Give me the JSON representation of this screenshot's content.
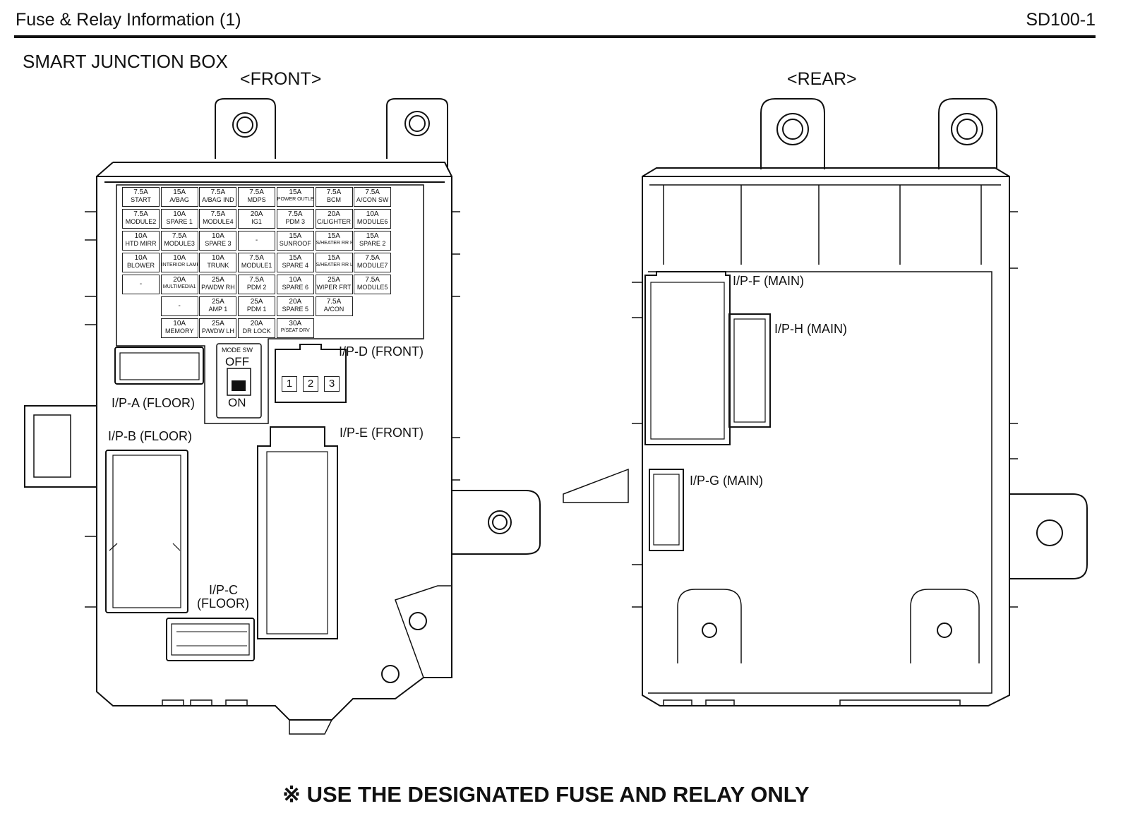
{
  "header": {
    "title": "Fuse & Relay Information (1)",
    "code": "SD100-1"
  },
  "section_title": "SMART JUNCTION BOX",
  "views": {
    "front": "<FRONT>",
    "rear": "<REAR>"
  },
  "front": {
    "connectors": {
      "ipa": "I/P-A (FLOOR)",
      "ipb": "I/P-B (FLOOR)",
      "ipc_1": "I/P-C",
      "ipc_2": "(FLOOR)",
      "ipd": "I/P-D (FRONT)",
      "ipe": "I/P-E (FRONT)"
    },
    "mode_switch": {
      "title": "MODE SW",
      "off": "OFF",
      "on": "ON"
    },
    "ipd_pins": [
      "1",
      "2",
      "3"
    ],
    "fuses": [
      [
        {
          "a": "7.5A",
          "n": "START"
        },
        {
          "a": "15A",
          "n": "A/BAG"
        },
        {
          "a": "7.5A",
          "n": "A/BAG IND"
        },
        {
          "a": "7.5A",
          "n": "MDPS"
        },
        {
          "a": "15A",
          "n": "POWER OUTLET FRT"
        },
        {
          "a": "7.5A",
          "n": "BCM"
        },
        {
          "a": "7.5A",
          "n": "A/CON SW"
        }
      ],
      [
        {
          "a": "7.5A",
          "n": "MODULE2"
        },
        {
          "a": "10A",
          "n": "SPARE 1"
        },
        {
          "a": "7.5A",
          "n": "MODULE4"
        },
        {
          "a": "20A",
          "n": "IG1"
        },
        {
          "a": "7.5A",
          "n": "PDM 3"
        },
        {
          "a": "20A",
          "n": "C/LIGHTER"
        },
        {
          "a": "10A",
          "n": "MODULE6"
        }
      ],
      [
        {
          "a": "10A",
          "n": "HTD MIRR"
        },
        {
          "a": "7.5A",
          "n": "MODULE3"
        },
        {
          "a": "10A",
          "n": "SPARE 3"
        },
        {
          "a": "-",
          "n": ""
        },
        {
          "a": "15A",
          "n": "SUNROOF"
        },
        {
          "a": "15A",
          "n": "S/HEATER RR RH"
        },
        {
          "a": "15A",
          "n": "SPARE 2"
        }
      ],
      [
        {
          "a": "10A",
          "n": "BLOWER"
        },
        {
          "a": "10A",
          "n": "INTERIOR LAMP"
        },
        {
          "a": "10A",
          "n": "TRUNK"
        },
        {
          "a": "7.5A",
          "n": "MODULE1"
        },
        {
          "a": "15A",
          "n": "SPARE 4"
        },
        {
          "a": "15A",
          "n": "S/HEATER RR LH"
        },
        {
          "a": "7.5A",
          "n": "MODULE7"
        }
      ],
      [
        {
          "a": "-",
          "n": ""
        },
        {
          "a": "20A",
          "n": "MULTIMEDIA1"
        },
        {
          "a": "25A",
          "n": "P/WDW RH"
        },
        {
          "a": "7.5A",
          "n": "PDM 2"
        },
        {
          "a": "10A",
          "n": "SPARE 6"
        },
        {
          "a": "25A",
          "n": "WIPER FRT"
        },
        {
          "a": "7.5A",
          "n": "MODULE5"
        }
      ],
      [
        null,
        {
          "a": "-",
          "n": ""
        },
        {
          "a": "25A",
          "n": "AMP 1"
        },
        {
          "a": "25A",
          "n": "PDM 1"
        },
        {
          "a": "20A",
          "n": "SPARE 5"
        },
        {
          "a": "7.5A",
          "n": "A/CON"
        },
        null
      ],
      [
        null,
        {
          "a": "10A",
          "n": "MEMORY"
        },
        {
          "a": "25A",
          "n": "P/WDW LH"
        },
        {
          "a": "20A",
          "n": "DR LOCK"
        },
        {
          "a": "30A",
          "n": "P/SEAT DRV"
        },
        null,
        null
      ]
    ]
  },
  "rear": {
    "connectors": {
      "ipf": "I/P-F (MAIN)",
      "iph": "I/P-H (MAIN)",
      "ipg": "I/P-G (MAIN)"
    }
  },
  "notice": "※ USE THE DESIGNATED FUSE AND RELAY ONLY"
}
